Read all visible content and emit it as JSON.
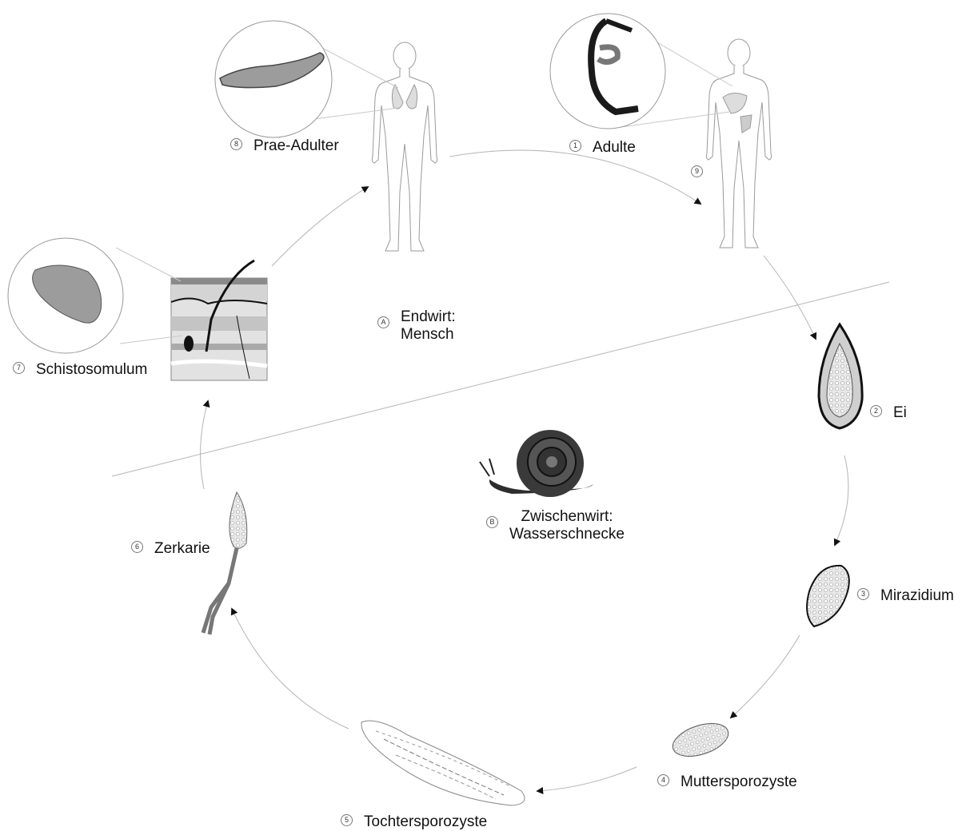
{
  "stages": [
    {
      "num": "1",
      "name": "Adulte"
    },
    {
      "num": "2",
      "name": "Ei"
    },
    {
      "num": "3",
      "name": "Mirazidium"
    },
    {
      "num": "4",
      "name": "Muttersporozyste"
    },
    {
      "num": "5",
      "name": "Tochtersporozyste"
    },
    {
      "num": "6",
      "name": "Zerkarie"
    },
    {
      "num": "7",
      "name": "Schistosomulum"
    },
    {
      "num": "8",
      "name": "Prae-Adulter"
    },
    {
      "num": "9",
      "name": ""
    }
  ],
  "hosts": {
    "definitive": {
      "letter": "A",
      "line1": "Endwirt:",
      "line2": "Mensch"
    },
    "intermediate": {
      "letter": "B",
      "line1": "Zwischenwirt:",
      "line2": "Wasserschnecke"
    }
  },
  "colors": {
    "line": "#b0b0b0",
    "arrow": "#111111",
    "organ": "#9a9a9a",
    "worm": "#2a2a2a"
  }
}
